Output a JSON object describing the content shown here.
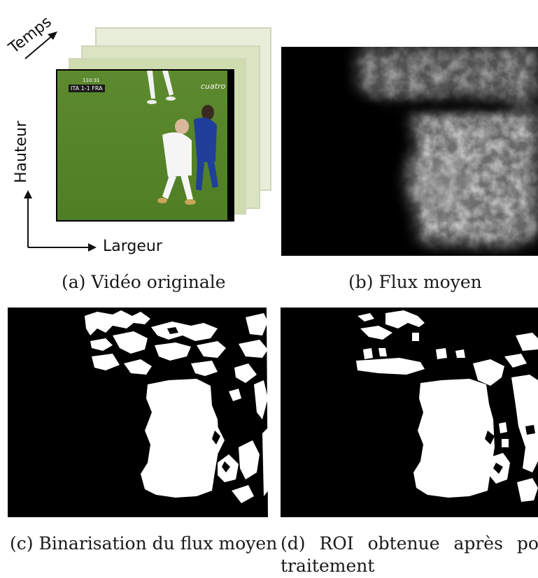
{
  "panels": {
    "a": {
      "caption": "(a) Vidéo originale",
      "axes": {
        "time": "Temps",
        "height": "Hauteur",
        "width": "Largeur"
      },
      "overlay": {
        "team_left": "ITA",
        "score": "1-1",
        "team_right": "FRA",
        "clock": "110:31",
        "channel": "cuatro"
      }
    },
    "b": {
      "caption": "(b) Flux moyen"
    },
    "c": {
      "caption": "(c) Binarisation du flux moyen"
    },
    "d": {
      "caption_line1": "(d) ROI obtenue après post-",
      "caption_line2": "traitement"
    }
  }
}
